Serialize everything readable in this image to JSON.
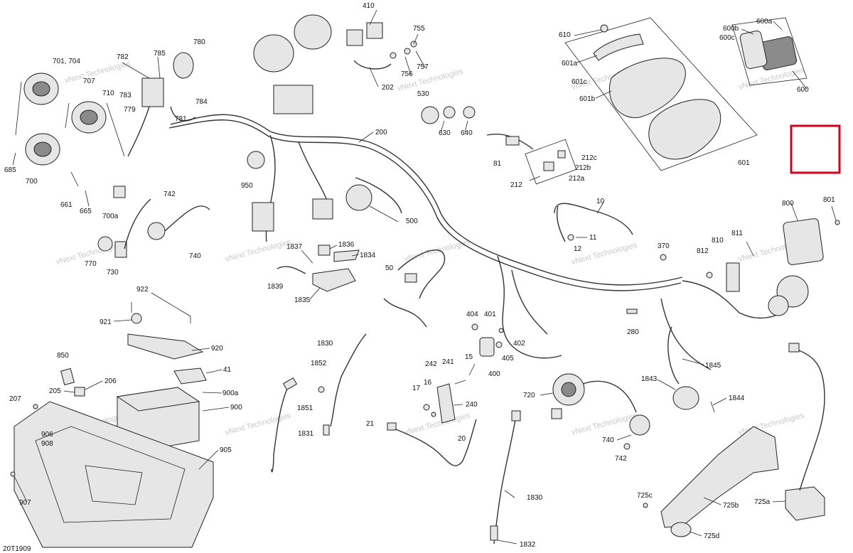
{
  "diagram": {
    "code": "20T1909",
    "watermark": "vNext Technologies",
    "highlight_color": "#d0021b",
    "labels": {
      "l701_704": "701, 704",
      "l707": "707",
      "l710": "710",
      "l685": "685",
      "l700": "700",
      "l661": "661",
      "l665": "665",
      "l700a": "700a",
      "l782": "782",
      "l785": "785",
      "l780": "780",
      "l783": "783",
      "l779": "779",
      "l781": "781",
      "l784": "784",
      "l742a": "742",
      "l740a": "740",
      "l770": "770",
      "l730": "730",
      "l410": "410",
      "l755": "755",
      "l757": "757",
      "l756": "756",
      "l202": "202",
      "l530": "530",
      "l630": "630",
      "l640": "640",
      "l200": "200",
      "l950": "950",
      "l500": "500",
      "l81": "81",
      "l212": "212",
      "l212a": "212a",
      "l212b": "212b",
      "l212c": "212c",
      "l610": "610",
      "l601a": "601a",
      "l601c": "601c",
      "l601b": "601b",
      "l601": "601",
      "l600a": "600a",
      "l600b": "600b",
      "l600c": "600c",
      "l600": "600",
      "l10": "10",
      "l11": "11",
      "l12": "12",
      "l1837": "1837",
      "l1836": "1836",
      "l1834": "1834",
      "l1839": "1839",
      "l1835": "1835",
      "l50": "50",
      "l370": "370",
      "l800": "800",
      "l801": "801",
      "l810": "810",
      "l811": "811",
      "l812": "812",
      "l922": "922",
      "l921": "921",
      "l920": "920",
      "l850": "850",
      "l41": "41",
      "l206": "206",
      "l205": "205",
      "l900a": "900a",
      "l900": "900",
      "l207": "207",
      "l906": "906",
      "l908": "908",
      "l905": "905",
      "l907": "907",
      "l1830a": "1830",
      "l1852": "1852",
      "l1851": "1851",
      "l1831": "1831",
      "l404": "404",
      "l401": "401",
      "l402": "402",
      "l405": "405",
      "l400": "400",
      "l15": "15",
      "l242": "242",
      "l241": "241",
      "l17": "17",
      "l16": "16",
      "l240": "240",
      "l21": "21",
      "l20": "20",
      "l280": "280",
      "l1845": "1845",
      "l1843": "1843",
      "l1844": "1844",
      "l720": "720",
      "l740b": "740",
      "l742b": "742",
      "l1830b": "1830",
      "l1832": "1832",
      "l725c": "725c",
      "l725b": "725b",
      "l725a": "725a",
      "l725d": "725d"
    }
  }
}
